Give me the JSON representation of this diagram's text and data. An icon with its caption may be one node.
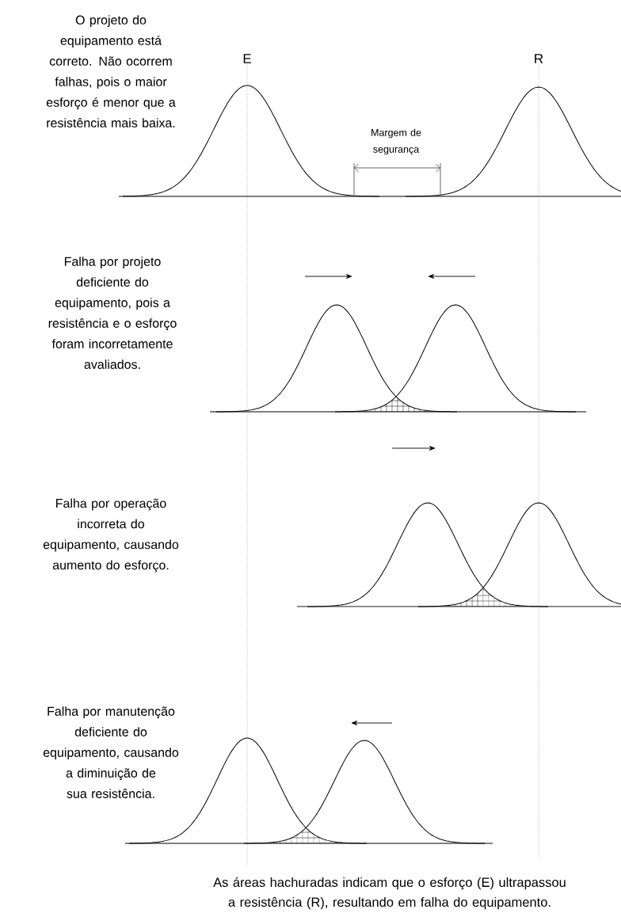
{
  "diagram": {
    "caption": "As áreas hachuradas indicam que o esforço (E) ultrapassou a resistência (R), resultando em falha do equipamento.",
    "labels": [
      "O projeto do equipamento está correto. Não ocorrem falhas, pois o maior esforço é menor que a resistência mais baixa.",
      "E",
      "R",
      "Margem de segurança",
      "Falha por projeto deficiente do equipamento, pois a resistência e o esforço foram incorretamente avaliados.",
      "Falha por operação incorreta do equipamento, causando aumento do esforço.",
      "Falha por manutenção deficiente do equipamento, causando a diminuição de sua resistência."
    ]
  }
}
